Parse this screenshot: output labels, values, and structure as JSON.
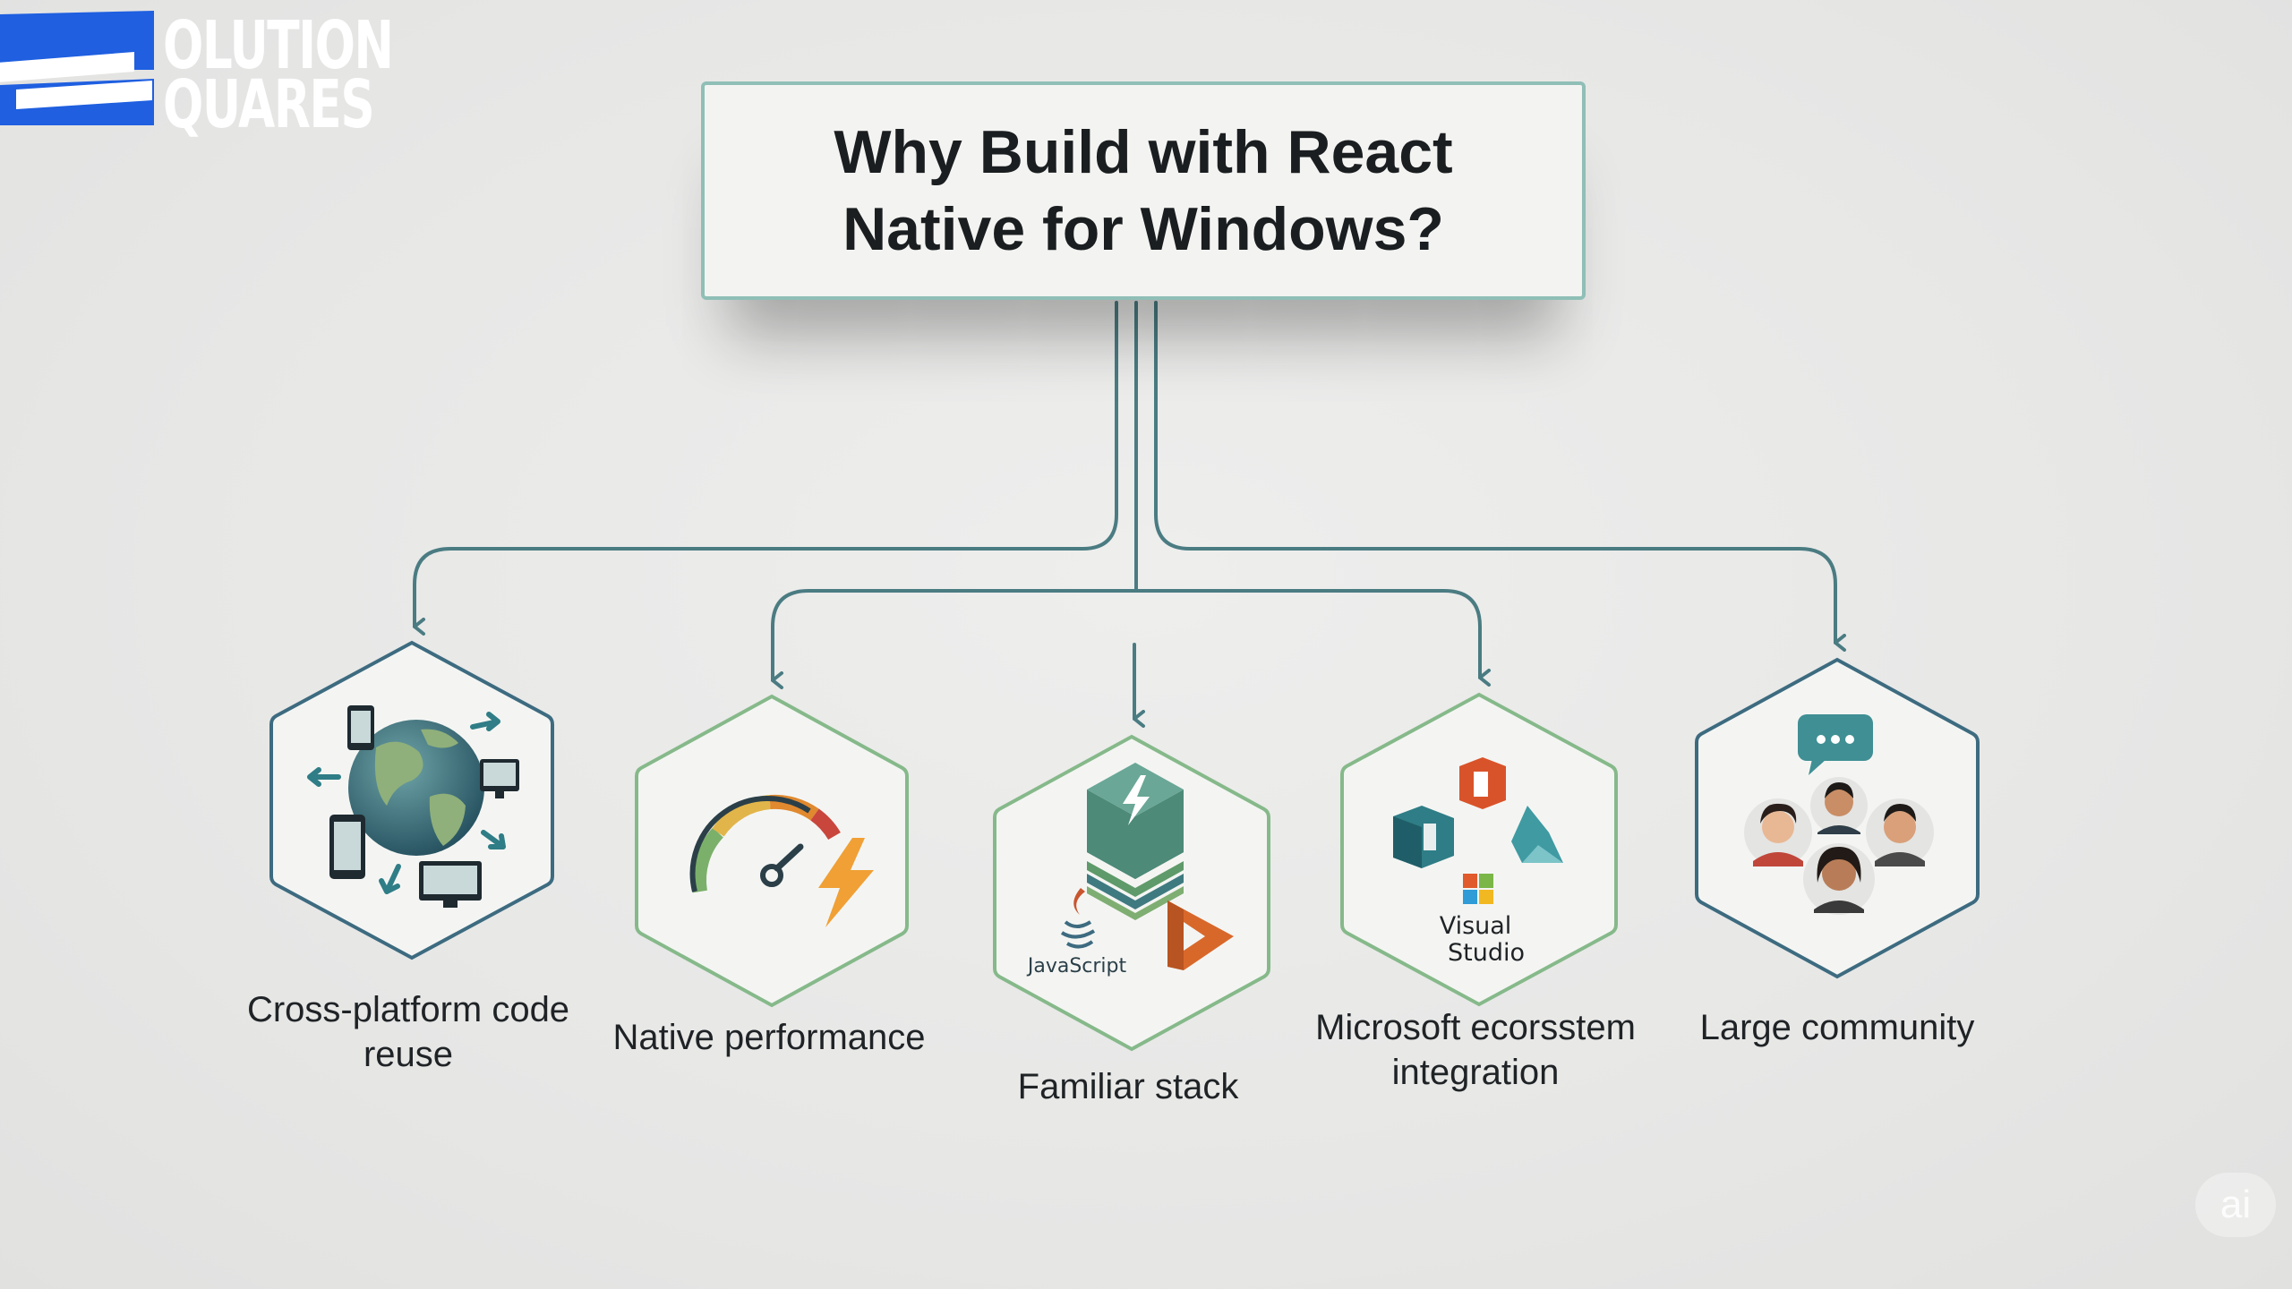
{
  "logo": {
    "line1": "OLUTION",
    "line2": "QUARES"
  },
  "title": "Why Build with React Native for Windows?",
  "benefits": [
    {
      "label": "Cross-platform code reuse",
      "icon": "globe-devices-icon"
    },
    {
      "label": "Native performance",
      "icon": "speedometer-bolt-icon"
    },
    {
      "label": "Familiar stack",
      "icon": "tech-stack-icon"
    },
    {
      "label": "Microsoft ecorsstem integration",
      "icon": "microsoft-apps-icon"
    },
    {
      "label": "Large community",
      "icon": "community-people-icon"
    }
  ],
  "stack_icon": {
    "javascript_label": "JavaScript"
  },
  "ms_icon": {
    "vs_line1": "Visual",
    "vs_line2": "Studio"
  },
  "badge": "ai",
  "colors": {
    "connector": "#4a7c82",
    "hex_blue": "#3d6b80",
    "hex_green": "#86b98a",
    "logo_blue": "#1f5fe0",
    "title_border": "#8fbfb7"
  }
}
